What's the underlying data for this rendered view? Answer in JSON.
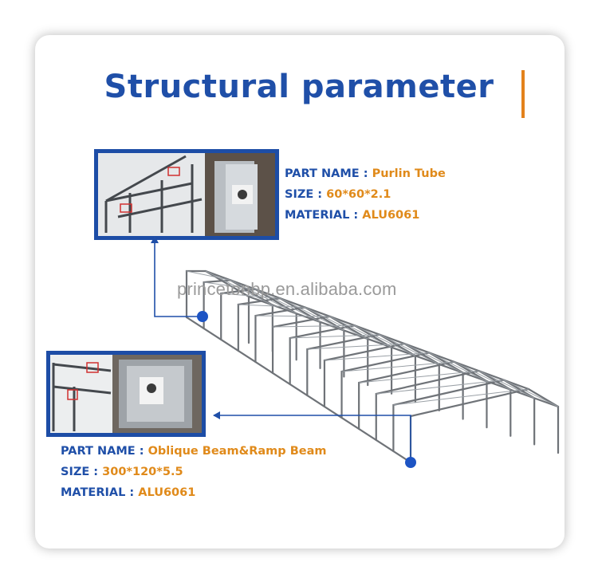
{
  "title": "Structural parameter",
  "watermark": "princetonbp.en.alibaba.com",
  "colors": {
    "brand_blue": "#1f4fa8",
    "accent_orange": "#e08a1a"
  },
  "parts": [
    {
      "part_name_label": "PART NAME : ",
      "part_name": "Purlin Tube",
      "size_label": "SIZE : ",
      "size": "60*60*2.1",
      "material_label": "MATERIAL : ",
      "material": "ALU6061"
    },
    {
      "part_name_label": "PART NAME : ",
      "part_name": "Oblique Beam&Ramp Beam",
      "size_label": "SIZE : ",
      "size": "300*120*5.5",
      "material_label": "MATERIAL : ",
      "material": "ALU6061"
    }
  ]
}
